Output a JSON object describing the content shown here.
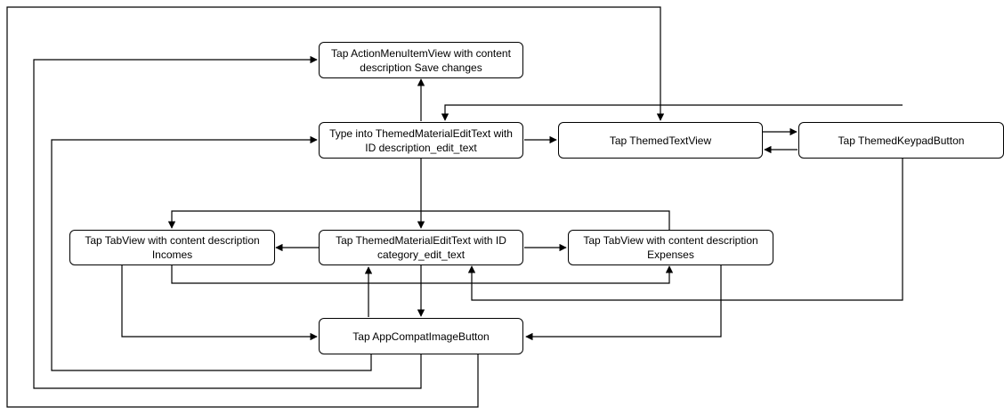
{
  "diagram": {
    "nodes": {
      "save_changes": "Tap ActionMenuItemView with content description Save changes",
      "description_edit": "Type into ThemedMaterialEditText with ID description_edit_text",
      "themed_text_view": "Tap ThemedTextView",
      "keypad_button": "Tap ThemedKeypadButton",
      "tab_incomes": "Tap TabView with content description Incomes",
      "category_edit": "Tap ThemedMaterialEditText with ID category_edit_text",
      "tab_expenses": "Tap TabView with content description Expenses",
      "image_button": "Tap AppCompatImageButton"
    },
    "edge_color": "#000000",
    "node_border_color": "#000000"
  }
}
